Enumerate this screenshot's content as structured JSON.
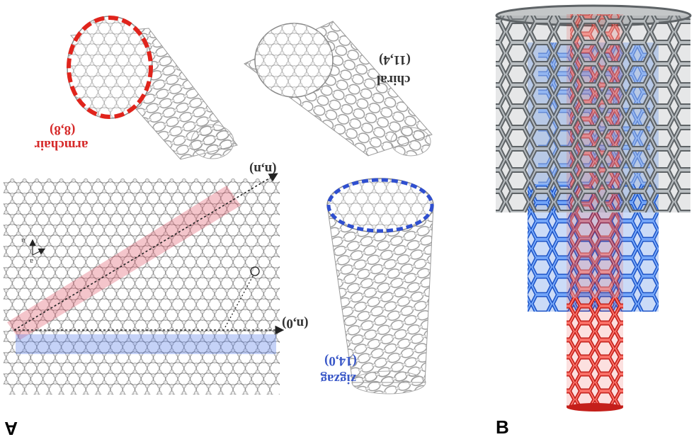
{
  "panel_a": {
    "letter": "A",
    "armchair": {
      "word": "armchair",
      "index": "(8,8)",
      "color": "#d62a2a"
    },
    "chiral": {
      "word": "chiral",
      "index": "(11,4)"
    },
    "zigzag": {
      "word": "zigzag",
      "index": "(14,0)",
      "color": "#3a58c8"
    },
    "vector_nn": "(n,n)",
    "vector_n0": "(n,0)",
    "unit_a1": "a",
    "unit_a2": "a"
  },
  "panel_b": {
    "letter": "B",
    "colors": {
      "outer": "#6f7376",
      "middle": "#2f6fe0",
      "inner": "#e8322a"
    }
  }
}
